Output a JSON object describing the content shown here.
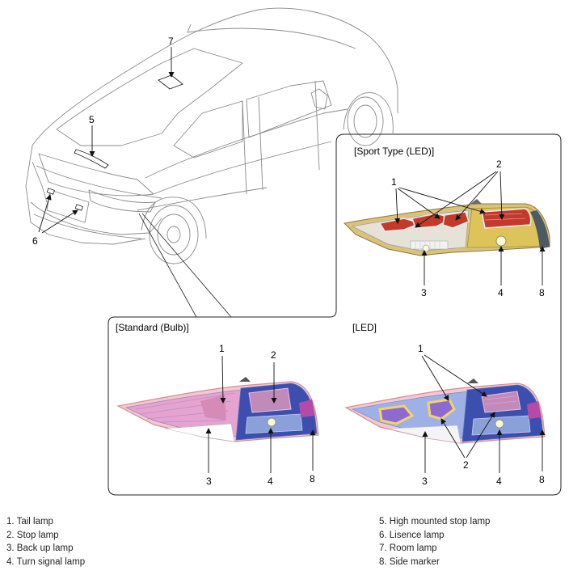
{
  "callouts": {
    "n1": "1",
    "n2": "2",
    "n3": "3",
    "n4": "4",
    "n5": "5",
    "n6": "6",
    "n7": "7",
    "n8": "8"
  },
  "panels": {
    "sport": "[Sport Type (LED)]",
    "standard": "[Standard (Bulb)]",
    "led": "[LED]"
  },
  "legend_left": [
    "1. Tail lamp",
    "2. Stop lamp",
    "3. Back up lamp",
    "4. Turn signal lamp"
  ],
  "legend_right": [
    "5. High mounted stop lamp",
    "6. Lisence lamp",
    "7. Room lamp",
    "8. Side marker"
  ]
}
